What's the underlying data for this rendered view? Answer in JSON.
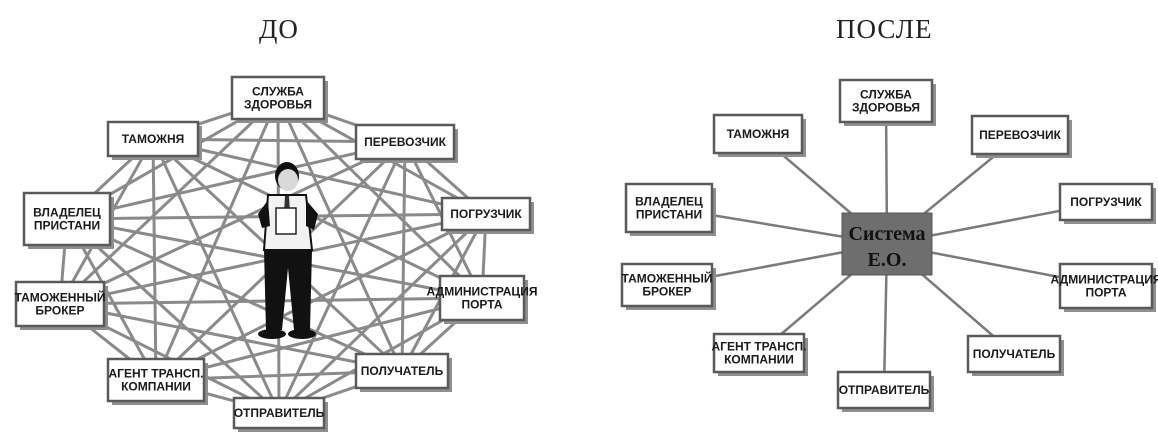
{
  "before": {
    "title": "ДО",
    "nodes": [
      {
        "id": "health",
        "lines": [
          "СЛУЖБА",
          "ЗДОРОВЬЯ"
        ]
      },
      {
        "id": "customs",
        "lines": [
          "ТАМОЖНЯ"
        ]
      },
      {
        "id": "carrier",
        "lines": [
          "ПЕРЕВОЗЧИК"
        ]
      },
      {
        "id": "pier_owner",
        "lines": [
          "ВЛАДЕЛЕЦ",
          "ПРИСТАНИ"
        ]
      },
      {
        "id": "loader",
        "lines": [
          "ПОГРУЗЧИК"
        ]
      },
      {
        "id": "customs_broker",
        "lines": [
          "ТАМОЖЕННЫЙ",
          "БРОКЕР"
        ]
      },
      {
        "id": "port_admin",
        "lines": [
          "АДМИНИСТРАЦИЯ",
          "ПОРТА"
        ]
      },
      {
        "id": "agent",
        "lines": [
          "АГЕНТ ТРАНСП.",
          "КОМПАНИИ"
        ]
      },
      {
        "id": "receiver",
        "lines": [
          "ПОЛУЧАТЕЛЬ"
        ]
      },
      {
        "id": "sender",
        "lines": [
          "ОТПРАВИТЕЛЬ"
        ]
      }
    ]
  },
  "after": {
    "title": "ПОСЛЕ",
    "center_lines": [
      "Система",
      "Е.О."
    ],
    "nodes": [
      {
        "id": "health",
        "lines": [
          "СЛУЖБА",
          "ЗДОРОВЬЯ"
        ]
      },
      {
        "id": "customs",
        "lines": [
          "ТАМОЖНЯ"
        ]
      },
      {
        "id": "carrier",
        "lines": [
          "ПЕРЕВОЗЧИК"
        ]
      },
      {
        "id": "pier_owner",
        "lines": [
          "ВЛАДЕЛЕЦ",
          "ПРИСТАНИ"
        ]
      },
      {
        "id": "loader",
        "lines": [
          "ПОГРУЗЧИК"
        ]
      },
      {
        "id": "customs_broker",
        "lines": [
          "ТАМОЖЕННЫЙ",
          "БРОКЕР"
        ]
      },
      {
        "id": "port_admin",
        "lines": [
          "АДМИНИСТРАЦИЯ",
          "ПОРТА"
        ]
      },
      {
        "id": "agent",
        "lines": [
          "АГЕНТ ТРАНСП.",
          "КОМПАНИИ"
        ]
      },
      {
        "id": "receiver",
        "lines": [
          "ПОЛУЧАТЕЛЬ"
        ]
      },
      {
        "id": "sender",
        "lines": [
          "ОТПРАВИТЕЛЬ"
        ]
      }
    ]
  },
  "colors": {
    "edge": "#8a8a8a",
    "center_fill": "#6e6e6e",
    "box_stroke": "#5a5a5a",
    "figure": "#111111"
  },
  "icons": {
    "person": "person-icon"
  }
}
